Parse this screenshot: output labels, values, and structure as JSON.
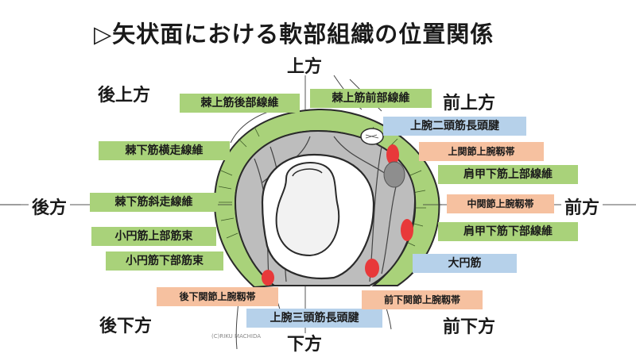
{
  "title": "▷矢状面における軟部組織の位置関係",
  "directions": {
    "up": "上方",
    "down": "下方",
    "back": "後方",
    "front": "前方",
    "back_up": "後上方",
    "front_up": "前上方",
    "back_down": "後下方",
    "front_down": "前下方"
  },
  "labels": {
    "supraspinatus_posterior": "棘上筋後部線維",
    "supraspinatus_anterior": "棘上筋前部線維",
    "biceps_long_head": "上腕二頭筋長頭腱",
    "superior_glenohumeral_lig": "上関節上腕靱帯",
    "infraspinatus_transverse": "棘下筋横走線維",
    "subscapularis_upper": "肩甲下筋上部線維",
    "infraspinatus_oblique": "棘下筋斜走線維",
    "middle_glenohumeral_lig": "中関節上腕靱帯",
    "subscapularis_lower": "肩甲下筋下部線維",
    "teres_minor_upper": "小円筋上部筋束",
    "teres_minor_lower": "小円筋下部筋束",
    "teres_major": "大円筋",
    "posterior_inferior_gh_lig": "後下関節上腕靱帯",
    "anterior_inferior_gh_lig": "前下関節上腕靱帯",
    "triceps_long_head": "上腕三頭筋長頭腱"
  },
  "copyright": "(C)RIKU MACHIDA",
  "colors": {
    "green_label": "#a9d27a",
    "blue_label": "#b6d1ea",
    "orange_label": "#f6c1a0",
    "muscle_green": "#a9d27a",
    "ligament_red": "#e8393a",
    "capsule_gray": "#bdbdbd"
  }
}
